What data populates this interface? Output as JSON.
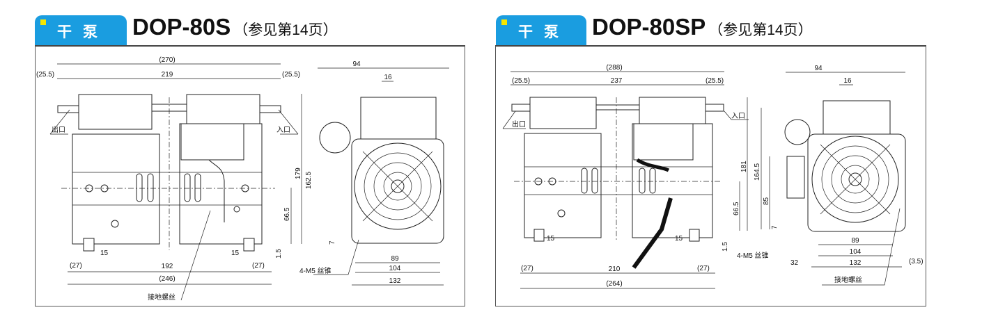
{
  "panels": [
    {
      "tab_label": "干泵",
      "model": "DOP-80S",
      "page_ref": "（参见第14页）",
      "dims": {
        "overall_top": "(270)",
        "left_offset": "(25.5)",
        "port_span": "219",
        "right_offset": "(25.5)",
        "outlet": "出口",
        "inlet": "入口",
        "height_total": "179",
        "height_side": "162.5",
        "center_height": "66.5",
        "foot_gap": "1.5",
        "foot_left": "15",
        "foot_right": "15",
        "base_left": "(27)",
        "base_span": "192",
        "base_right": "(27)",
        "base_total": "(246)",
        "ground_screw": "接地螺丝",
        "side_width": "94",
        "side_offset": "16",
        "side_foot": "7",
        "mount_89": "89",
        "mount_104": "104",
        "mount_132": "132",
        "tap": "4-M5 丝锥"
      }
    },
    {
      "tab_label": "干泵",
      "model": "DOP-80SP",
      "page_ref": "（参见第14页）",
      "dims": {
        "overall_top": "(288)",
        "left_offset": "(25.5)",
        "port_span": "237",
        "right_offset": "(25.5)",
        "outlet": "出口",
        "inlet": "入口",
        "height_total": "181",
        "height_side": "164.5",
        "center_height": "66.5",
        "foot_gap": "1.5",
        "side_85": "85",
        "foot_left": "15",
        "foot_right": "15",
        "base_left": "(27)",
        "base_span": "210",
        "base_right": "(27)",
        "base_total": "(264)",
        "ground_screw": "接地螺丝",
        "side_width": "94",
        "side_offset": "16",
        "side_foot": "7",
        "mount_89": "89",
        "mount_104": "104",
        "mount_132": "132",
        "mount_32": "32",
        "mount_35": "(3.5)",
        "tap": "4-M5 丝锥"
      }
    }
  ]
}
